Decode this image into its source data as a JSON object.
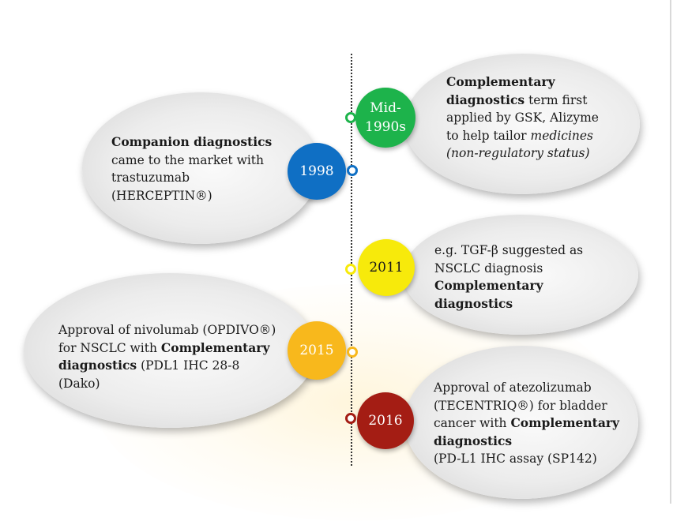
{
  "colors": {
    "mid1990s": "#1db34b",
    "y1998": "#0f6fc4",
    "y2011": "#f7ea0b",
    "y2015": "#f8b81c",
    "y2016": "#a41d14",
    "bubble": "#e6e6e6"
  },
  "events": [
    {
      "id": "mid1990s",
      "year_line1": "Mid-",
      "year_line2": "1990s",
      "lines": [
        {
          "b": "Complementary"
        },
        {
          "b": "diagnostics",
          "t": " term first"
        },
        {
          "t": "applied by GSK, Alizyme"
        },
        {
          "t": "to help tailor ",
          "i": "medicines"
        },
        {
          "i": "(non-regulatory status)"
        }
      ]
    },
    {
      "id": "1998",
      "year": "1998",
      "lines": [
        {
          "b": "Companion diagnostics"
        },
        {
          "t": "came to the market with"
        },
        {
          "t": "trastuzumab"
        },
        {
          "t": "(HERCEPTIN®)"
        }
      ]
    },
    {
      "id": "2011",
      "year": "2011",
      "lines": [
        {
          "t": "e.g. TGF-β suggested as"
        },
        {
          "t": "NSCLC diagnosis"
        },
        {
          "b": "Complementary"
        },
        {
          "b": "diagnostics"
        }
      ]
    },
    {
      "id": "2015",
      "year": "2015",
      "lines": [
        {
          "t": "Approval of nivolumab (OPDIVO®)"
        },
        {
          "t": "for NSCLC with ",
          "b": "Complementary"
        },
        {
          "b": "diagnostics",
          "t": " (PDL1 IHC 28-8"
        },
        {
          "t": "(Dako)"
        }
      ]
    },
    {
      "id": "2016",
      "year": "2016",
      "lines": [
        {
          "t": "Approval of atezolizumab"
        },
        {
          "t": "(TECENTRIQ®)  for bladder"
        },
        {
          "t": "cancer with ",
          "b": "Complementary"
        },
        {
          "b": "diagnostics"
        },
        {
          "t": "(PD-L1 IHC assay (SP142)"
        }
      ]
    }
  ]
}
